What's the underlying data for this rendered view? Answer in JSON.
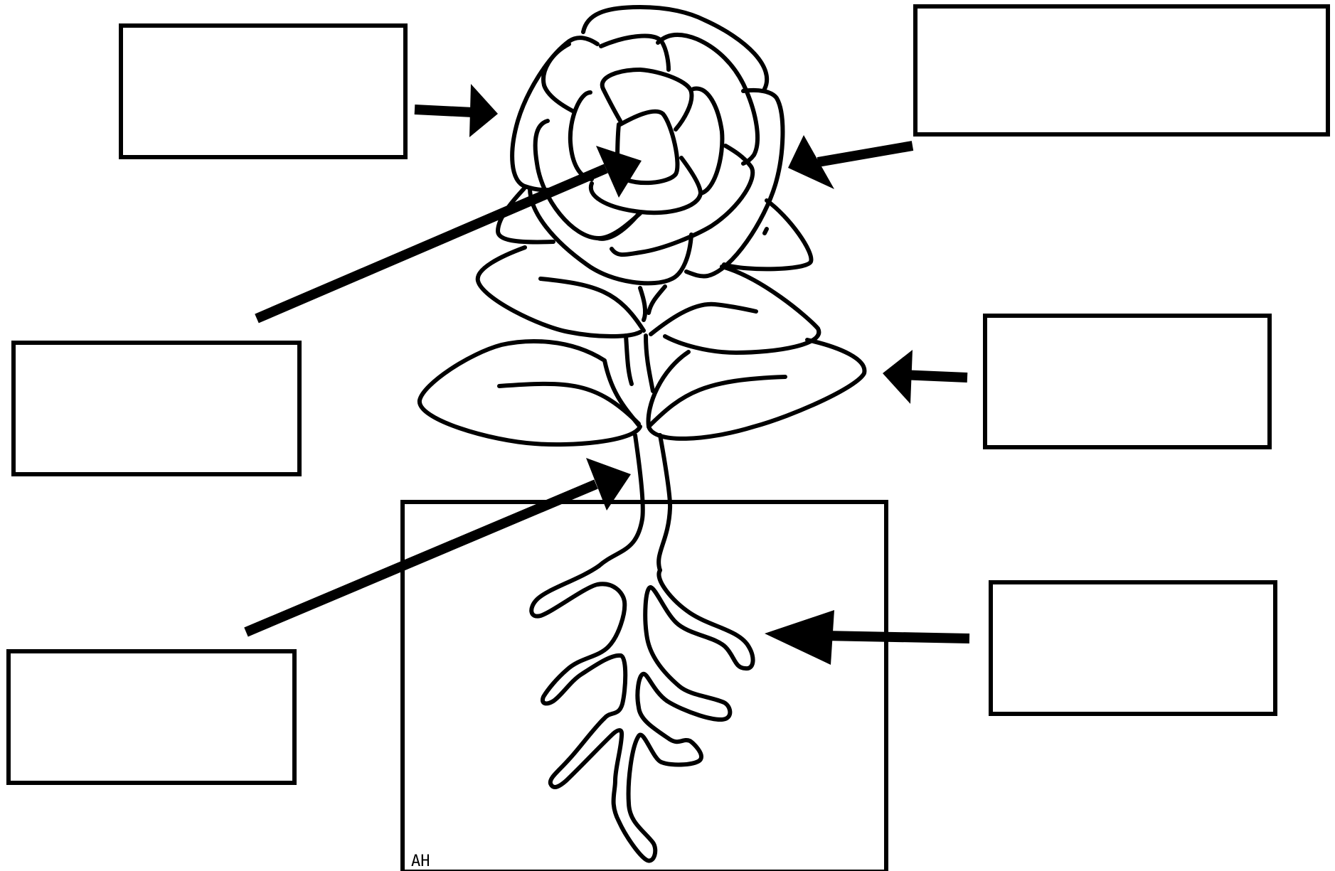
{
  "worksheet": {
    "signature": "AH",
    "labels": [
      {
        "id": "label-box-flower",
        "text": ""
      },
      {
        "id": "label-box-petal",
        "text": ""
      },
      {
        "id": "label-box-center",
        "text": ""
      },
      {
        "id": "label-box-leaf",
        "text": ""
      },
      {
        "id": "label-box-stem",
        "text": ""
      },
      {
        "id": "label-box-roots",
        "text": ""
      }
    ],
    "colors": {
      "line": "#000000",
      "background": "#ffffff"
    }
  }
}
